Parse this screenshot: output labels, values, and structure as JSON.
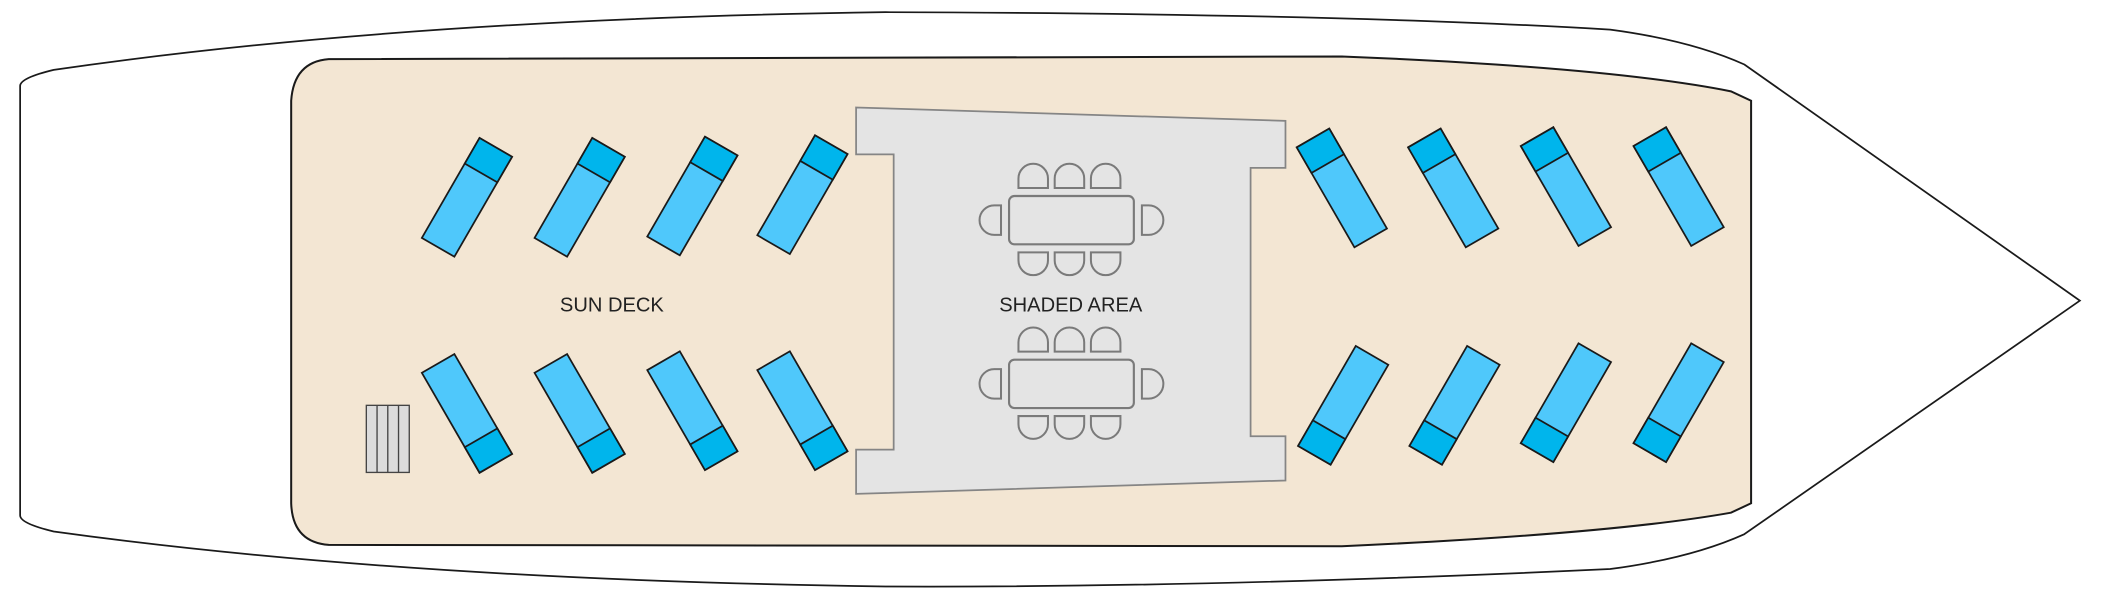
{
  "labels": {
    "sun_deck": "SUN DECK",
    "shaded_area": "SHADED AREA"
  },
  "colors": {
    "hull": "#ffffff",
    "deck": "#f3e6d3",
    "shaded_area": "#e4e4e4",
    "lounger_body": "#4fc8fb",
    "lounger_head": "#00b5ec",
    "outline": "#1a1a1a",
    "furniture_outline": "#7a7a7a"
  },
  "counts": {
    "sun_loungers": 16,
    "dining_tables": 2,
    "chairs_per_table": 8
  }
}
